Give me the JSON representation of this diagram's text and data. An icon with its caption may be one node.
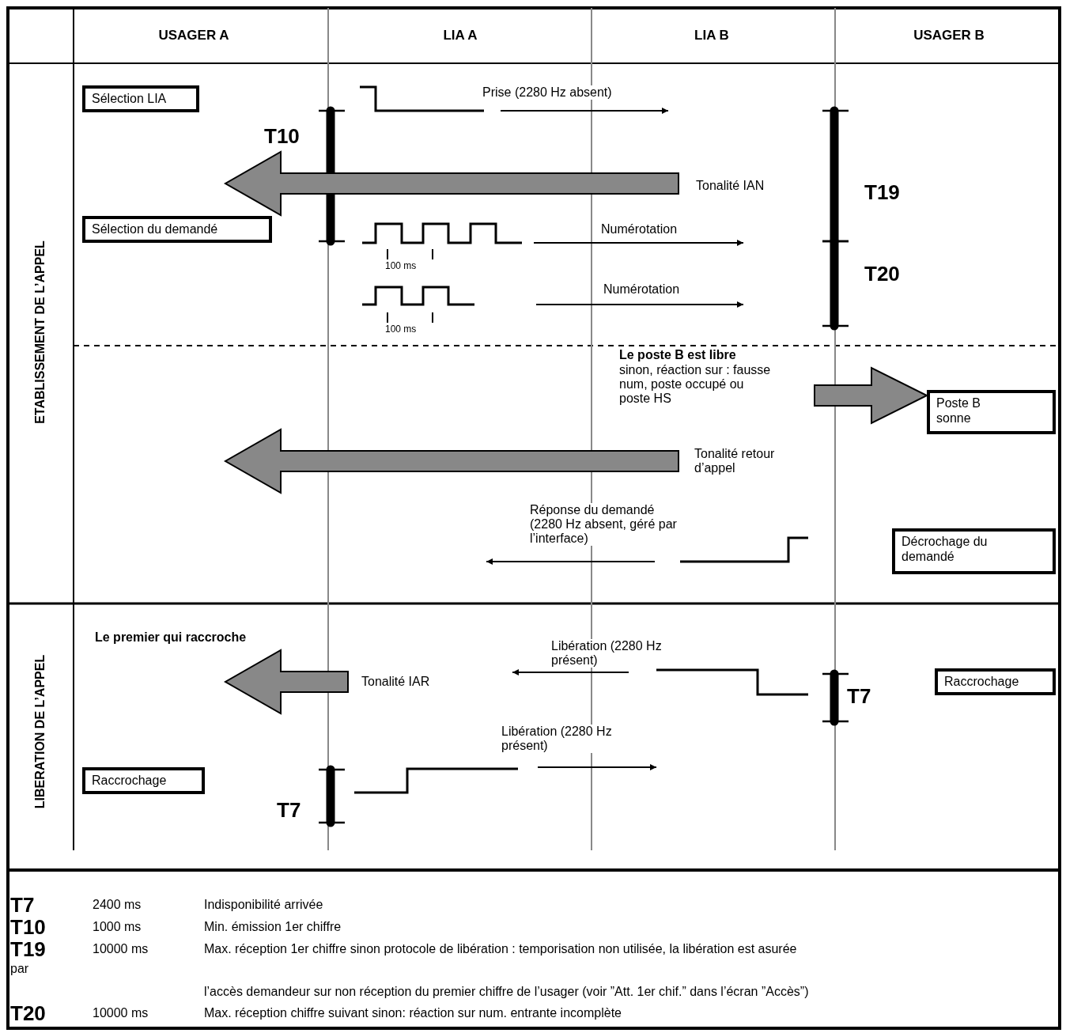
{
  "diagram": {
    "nodes": [
      {
        "text": [
          "Sélection LIA"
        ]
      },
      {
        "text": [
          "Sélection du demandé"
        ]
      },
      {
        "text": [
          "Poste B sonne"
        ]
      },
      {
        "text": [
          "Décrochage du demandé"
        ]
      },
      {
        "text": [
          "Raccrochage"
        ]
      },
      {
        "text": [
          "Raccrochage"
        ]
      }
    ],
    "edges": [
      {
        "from": null,
        "to": 2,
        "arrow": "to",
        "style": "thick",
        "color": "#888888"
      }
    ],
    "labels": [
      "USAGER A",
      "LIA A",
      "LIA B",
      "USAGER B",
      "ETABLISSEMENT DE L’APPEL",
      "LIBERATION DE L’APPEL",
      "T10",
      "Prise (2280 Hz absent)",
      "Tonalité IAN",
      "T19",
      "Numérotation",
      "100 ms",
      "T20",
      "Numérotation",
      "100 ms",
      "Le poste B est libre",
      "sinon, réaction sur : fausse num, poste occupé ou poste HS",
      "Tonalité retour d’appel",
      "Réponse du demandé (2280 Hz absent, géré par l’interface)",
      "Le premier qui raccroche",
      "Libération (2280 Hz présent)",
      "Tonalité IAR",
      "T7",
      "Libération (2280 Hz présent)",
      "T7",
      "T7",
      "2400 ms",
      "Indisponibilité arrivée",
      "T10",
      "1000 ms",
      "Min. émission 1er chiffre",
      "T19",
      "10000 ms",
      "Max. réception 1er chiffre sinon protocole de libération : temporisation non utilisée, la libération est asurée",
      "par",
      "l’accès demandeur sur non réception du premier chiffre de l’usager (voir ”Att. 1er chif.” dans l’écran ”Accès”)",
      "T20",
      "10000 ms",
      "Max. réception chiffre suivant sinon: réaction sur num. entrante incomplète"
    ]
  }
}
